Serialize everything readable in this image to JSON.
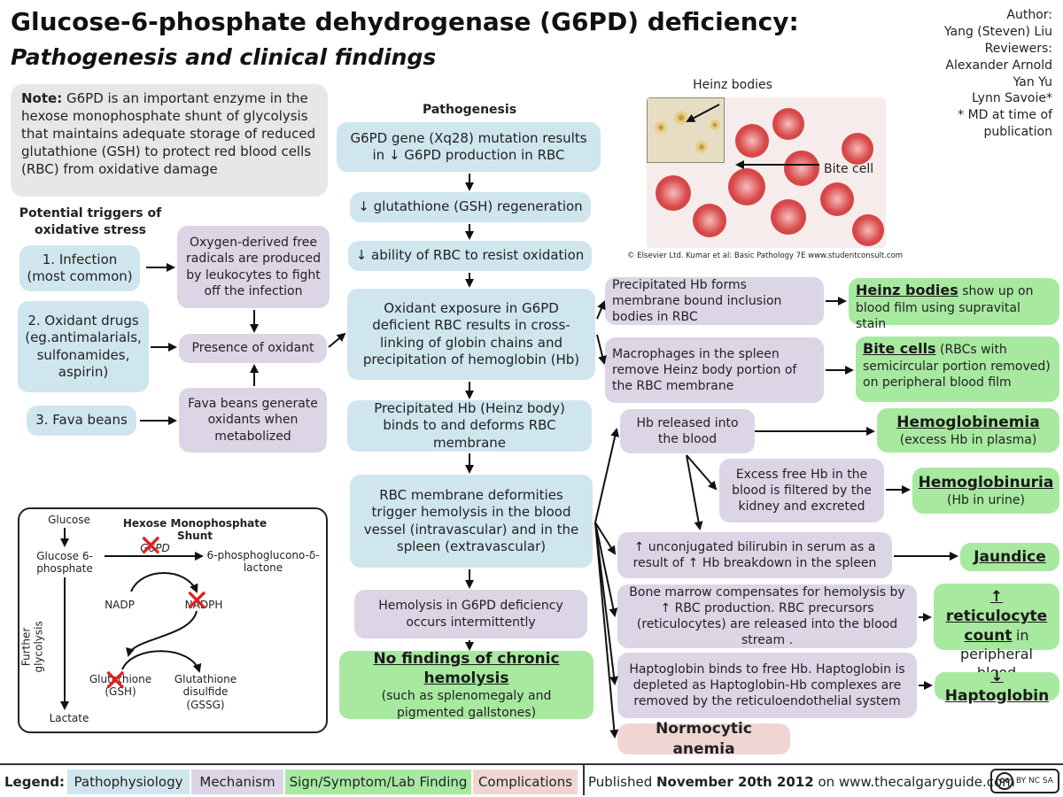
{
  "header": {
    "title": "Glucose-6-phosphate dehydrogenase (G6PD) deficiency:",
    "subtitle": "Pathogenesis and clinical findings"
  },
  "author": {
    "author_label": "Author:",
    "author_name": "Yang (Steven) Liu",
    "reviewers_label": "Reviewers:",
    "reviewers": [
      "Alexander Arnold",
      "Yan Yu",
      "Lynn Savoie*"
    ],
    "footnote": "* MD at time of publication"
  },
  "note": {
    "label": "Note:",
    "text": "G6PD is an important enzyme in the hexose monophosphate shunt of glycolysis that maintains adequate storage of reduced glutathione (GSH) to protect red blood cells (RBC) from oxidative damage"
  },
  "triggers": {
    "heading": "Potential triggers of oxidative stress",
    "items": [
      "1. Infection (most common)",
      "2. Oxidant drugs (eg.antimalarials, sulfonamides, aspirin)",
      "3. Fava beans"
    ]
  },
  "mechanism": {
    "oxygen_radicals": "Oxygen-derived free radicals are produced by leukocytes to fight off the infection",
    "presence_oxidant": "Presence of oxidant",
    "fava_oxidants": "Fava beans generate oxidants when metabolized"
  },
  "pathogenesis": {
    "heading": "Pathogenesis",
    "steps": [
      "G6PD gene (Xq28) mutation results in ↓ G6PD production in RBC",
      "↓ glutathione (GSH) regeneration",
      "↓ ability of RBC to resist oxidation",
      "Oxidant exposure in G6PD deficient RBC results in cross-linking of globin chains and precipitation of hemoglobin (Hb)",
      "Precipitated Hb (Heinz body) binds to and deforms RBC membrane",
      "RBC membrane deformities trigger hemolysis in the blood vessel (intravascular) and in the spleen (extravascular)",
      "Hemolysis in G6PD deficiency occurs intermittently"
    ],
    "no_chronic_title": "No findings of chronic hemolysis",
    "no_chronic_sub": "(such as splenomegaly and pigmented gallstones)"
  },
  "image": {
    "heinz_label": "Heinz bodies",
    "bite_label": "Bite cell",
    "credit": "© Elsevier Ltd. Kumar et al: Basic Pathology 7E www.studentconsult.com"
  },
  "middle": {
    "precipitated_hb": "Precipitated Hb forms membrane bound inclusion bodies in RBC",
    "macrophages": "Macrophages in the spleen remove Heinz body portion of the RBC membrane",
    "hb_released": "Hb released into the blood",
    "excess_hb": "Excess free Hb in the blood is filtered by the kidney and excreted",
    "bilirubin": "↑ unconjugated bilirubin in serum as a result of ↑ Hb breakdown in the spleen",
    "bone_marrow": "Bone marrow compensates for hemolysis by ↑ RBC production. RBC precursors (reticulocytes) are released into the blood stream .",
    "haptoglobin": "Haptoglobin binds to free Hb. Haptoglobin is depleted as Haptoglobin-Hb complexes are removed by the reticuloendothelial system",
    "normocytic": "Normocytic anemia"
  },
  "findings": {
    "heinz_title": "Heinz bodies",
    "heinz_sub": "show up on blood film using supravital stain",
    "bite_title": "Bite cells",
    "bite_sub": "(RBCs with semicircular portion removed) on peripheral blood film",
    "hemoglobinemia_title": "Hemoglobinemia",
    "hemoglobinemia_sub": "(excess Hb in plasma)",
    "hemoglobinuria_title": "Hemoglobinuria",
    "hemoglobinuria_sub": "(Hb in urine)",
    "jaundice": "Jaundice",
    "reticulocyte_title": "↑ reticulocyte count",
    "reticulocyte_sub": "in peripheral blood",
    "haptoglobin": "↓ Haptoglobin"
  },
  "shunt": {
    "glucose": "Glucose",
    "g6p": "Glucose 6-phosphate",
    "title": "Hexose Monophosphate Shunt",
    "g6pd": "G6PD",
    "lactone": "6-phosphoglucono-δ-lactone",
    "nadp": "NADP",
    "nadph": "NADPH",
    "further": "Further glycolysis",
    "gsh": "Glutathione (GSH)",
    "gssg": "Glutathione disulfide (GSSG)",
    "lactate": "Lactate"
  },
  "legend": {
    "label": "Legend:",
    "items": [
      "Pathophysiology",
      "Mechanism",
      "Sign/Symptom/Lab Finding",
      "Complications"
    ],
    "published_prefix": "Published",
    "published_date": "November 20th 2012",
    "published_suffix": "on www.thecalgaryguide.com",
    "license": "BY NC SA"
  },
  "colors": {
    "pathophysiology": "#cfe6ee",
    "mechanism": "#dcd5e6",
    "sign": "#a8e9a0",
    "complications": "#f0d6d3"
  }
}
